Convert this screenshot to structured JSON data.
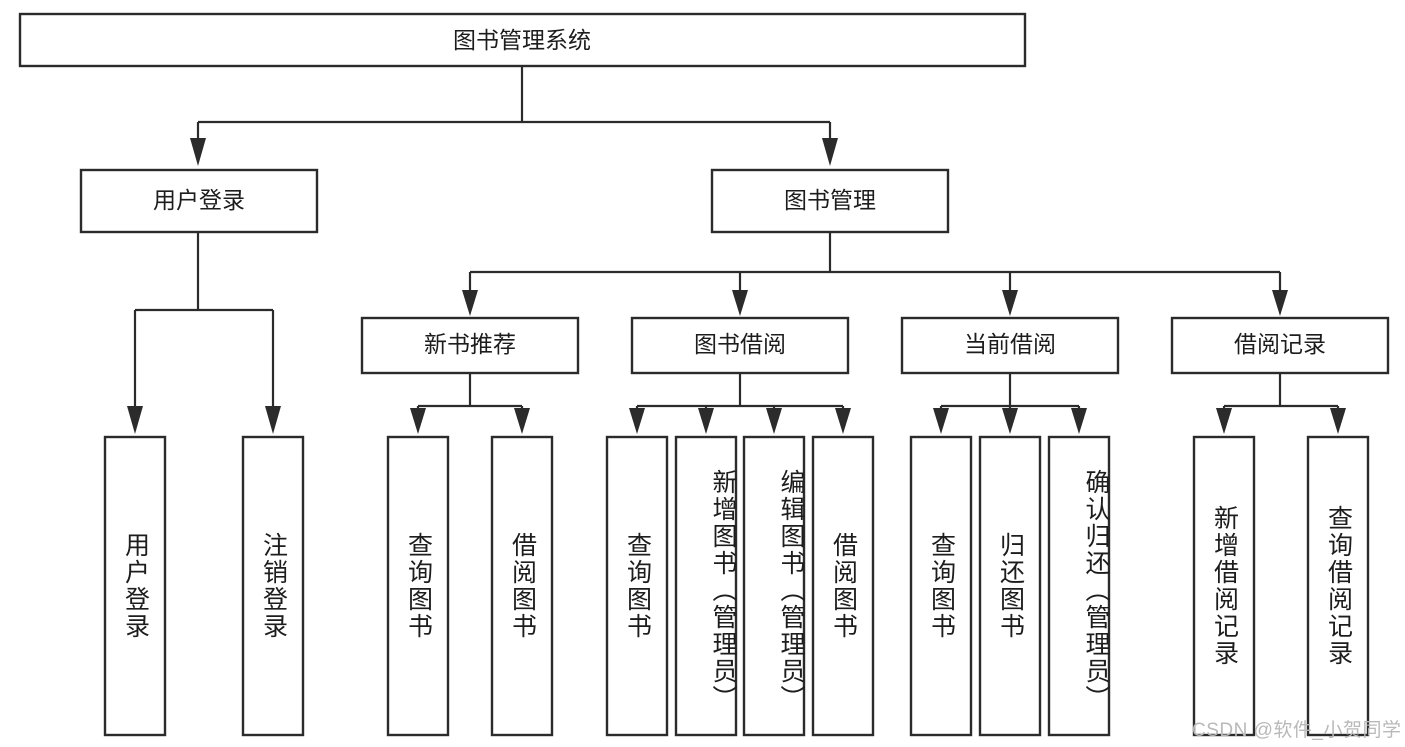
{
  "diagram": {
    "type": "tree",
    "title_node": {
      "label": "图书管理系统"
    },
    "level1": [
      {
        "label": "用户登录"
      },
      {
        "label": "图书管理"
      }
    ],
    "level2": [
      {
        "label": "新书推荐"
      },
      {
        "label": "图书借阅"
      },
      {
        "label": "当前借阅"
      },
      {
        "label": "借阅记录"
      }
    ],
    "leaves": {
      "user_login": [
        {
          "label": "用户登录"
        },
        {
          "label": "注销登录"
        }
      ],
      "new_book_recommend": [
        {
          "label": "查询图书"
        },
        {
          "label": "借阅图书"
        }
      ],
      "book_borrow": [
        {
          "label": "查询图书"
        },
        {
          "label": "新增图书（管理员）"
        },
        {
          "label": "编辑图书（管理员）"
        },
        {
          "label": "借阅图书"
        }
      ],
      "current_borrow": [
        {
          "label": "查询图书"
        },
        {
          "label": "归还图书"
        },
        {
          "label": "确认归还（管理员）"
        }
      ],
      "borrow_record": [
        {
          "label": "新增借阅记录"
        },
        {
          "label": "查询借阅记录"
        }
      ]
    }
  },
  "watermark": {
    "text": "CSDN @软件_小贺同学"
  },
  "colors": {
    "box_stroke": "#2b2b2b",
    "box_fill": "#ffffff",
    "text": "#1d1d1d",
    "watermark": "#b9b9b9",
    "background": "#ffffff"
  }
}
